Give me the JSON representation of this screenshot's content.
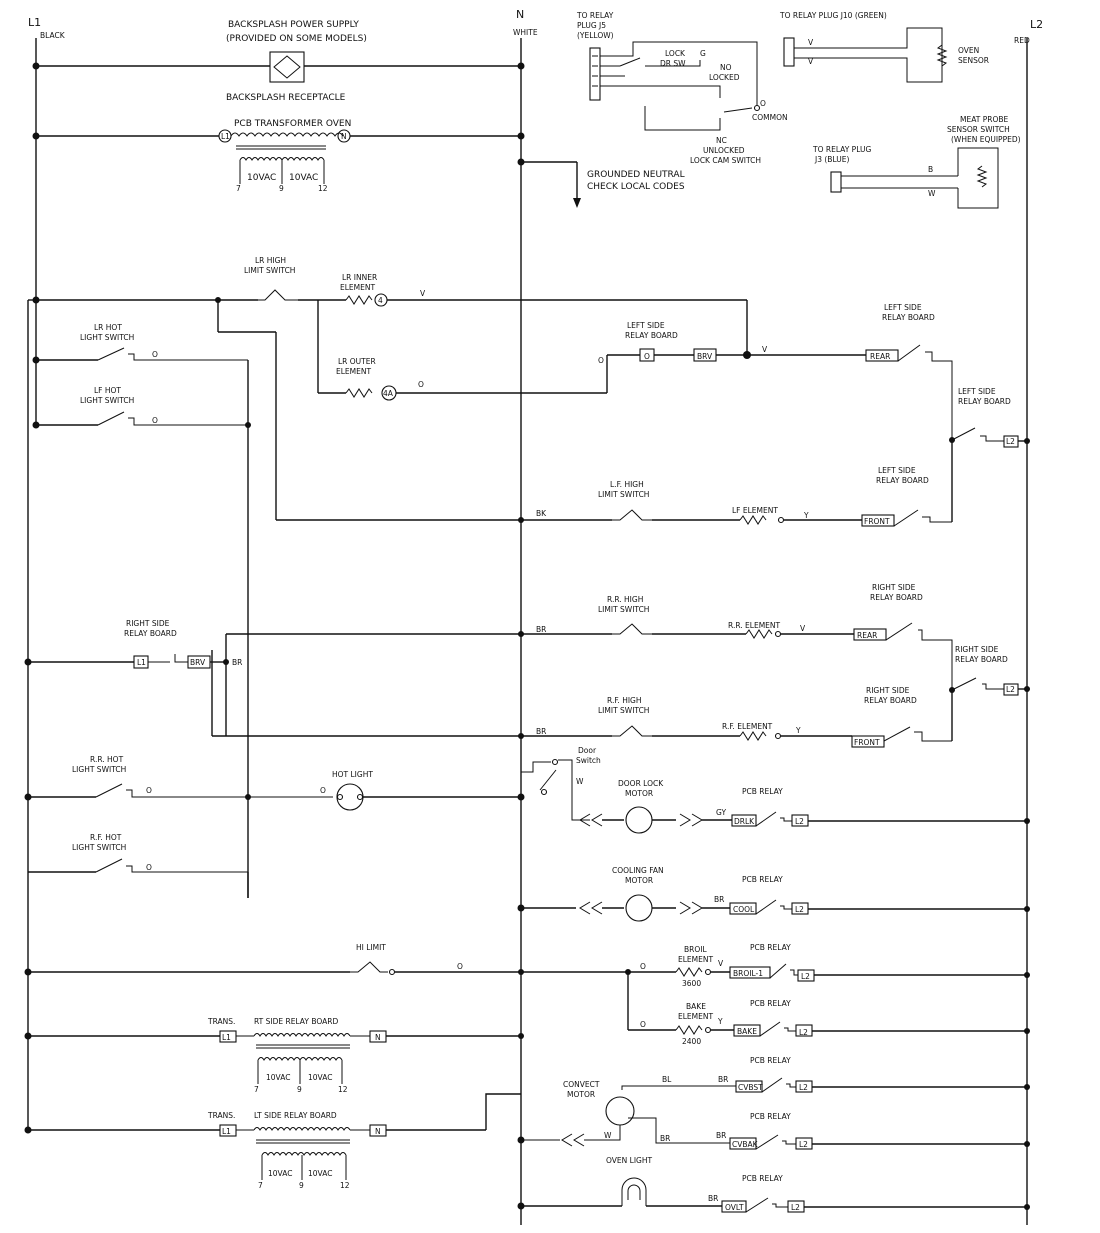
{
  "rails": {
    "l1_label": "L1",
    "l1_color": "BLACK",
    "n_label": "N",
    "n_color": "WHITE",
    "l2_label": "L2",
    "l2_color": "RED"
  },
  "top": {
    "backsplash_supply": "BACKSPLASH POWER SUPPLY",
    "backsplash_note": "(PROVIDED ON SOME MODELS)",
    "backsplash_receptacle": "BACKSPLASH RECEPTACLE",
    "pcb_transformer": "PCB TRANSFORMER OVEN",
    "term_l1": "L1",
    "term_n": "N",
    "v10a": "10VAC",
    "v10b": "10VAC",
    "pin7": "7",
    "pin9": "9",
    "pin12": "12",
    "grounded_neutral_1": "GROUNDED NEUTRAL",
    "grounded_neutral_2": "CHECK LOCAL CODES"
  },
  "lock": {
    "to_relay_1": "TO RELAY",
    "to_relay_2": "PLUG J5",
    "to_relay_3": "(YELLOW)",
    "lock": "LOCK",
    "dr_sw": "DR SW",
    "g": "G",
    "no": "NO",
    "locked": "LOCKED",
    "o": "O",
    "common": "COMMON",
    "nc": "NC",
    "unlocked": "UNLOCKED",
    "lock_cam": "LOCK CAM SWITCH"
  },
  "sensor": {
    "to_relay": "TO RELAY PLUG J10 (GREEN)",
    "v1": "V",
    "v2": "V",
    "oven": "OVEN",
    "sensor": "SENSOR"
  },
  "probe": {
    "meat_probe": "MEAT PROBE",
    "sensor_switch": "SENSOR SWITCH",
    "when_equipped": "(WHEN EQUIPPED)",
    "to_relay": "TO RELAY PLUG",
    "j3": "J3 (BLUE)",
    "b": "B",
    "w": "W"
  },
  "left_section": {
    "lr_high_1": "LR HIGH",
    "lr_high_2": "LIMIT SWITCH",
    "lr_inner_1": "LR INNER",
    "lr_inner_2": "ELEMENT",
    "num4": "4",
    "v": "V",
    "lr_hot_1": "LR HOT",
    "lr_hot_2": "LIGHT SWITCH",
    "o1": "O",
    "left_relay_1": "LEFT SIDE",
    "left_relay_2": "RELAY BOARD",
    "o_box": "O",
    "brv": "BRV",
    "v2": "V",
    "rear": "REAR",
    "left_side_relay_1": "LEFT SIDE",
    "left_side_relay_2": "RELAY BOARD",
    "lr_outer_1": "LR OUTER",
    "lr_outer_2": "ELEMENT",
    "num4a": "4A",
    "o2": "O",
    "o3": "O",
    "lf_hot_1": "LF HOT",
    "lf_hot_2": "LIGHT SWITCH",
    "o4": "O",
    "lsr2_1": "LEFT SIDE",
    "lsr2_2": "RELAY BOARD",
    "l2": "L2",
    "lsr3_1": "LEFT SIDE",
    "lsr3_2": "RELAY BOARD",
    "bk": "BK",
    "lf_high_1": "L.F. HIGH",
    "lf_high_2": "LIMIT SWITCH",
    "lf_element": "LF ELEMENT",
    "y": "Y",
    "front": "FRONT"
  },
  "right_section": {
    "rsr_1": "RIGHT SIDE",
    "rsr_2": "RELAY BOARD",
    "l1": "L1",
    "brv": "BRV",
    "br1": "BR",
    "br2": "BR",
    "rr_high_1": "R.R. HIGH",
    "rr_high_2": "LIMIT SWITCH",
    "rr_element": "R.R. ELEMENT",
    "v": "V",
    "rear": "REAR",
    "rsr2_1": "RIGHT SIDE",
    "rsr2_2": "RELAY BOARD",
    "rsr3_1": "RIGHT SIDE",
    "rsr3_2": "RELAY BOARD",
    "l2": "L2",
    "br3": "BR",
    "rf_high_1": "R.F. HIGH",
    "rf_high_2": "LIMIT SWITCH",
    "rf_element": "R.F. ELEMENT",
    "y": "Y",
    "front": "FRONT",
    "rsr4_1": "RIGHT SIDE",
    "rsr4_2": "RELAY BOARD"
  },
  "lower": {
    "rr_hot_1": "R.R. HOT",
    "rr_hot_2": "LIGHT SWITCH",
    "o1": "O",
    "hot_light": "HOT LIGHT",
    "o2": "O",
    "door_1": "Door",
    "door_2": "Switch",
    "w": "W",
    "rf_hot_1": "R.F. HOT",
    "rf_hot_2": "LIGHT SWITCH",
    "o3": "O",
    "door_lock_1": "DOOR LOCK",
    "door_lock_2": "MOTOR",
    "gy": "GY",
    "drlk": "DRLK",
    "pcb1": "PCB RELAY",
    "l2a": "L2",
    "cooling_1": "COOLING FAN",
    "cooling_2": "MOTOR",
    "br_c": "BR",
    "cool": "COOL",
    "pcb2": "PCB RELAY",
    "l2b": "L2",
    "hi_limit": "HI LIMIT",
    "o4": "O",
    "o5": "O",
    "broil_1": "BROIL",
    "broil_2": "ELEMENT",
    "v_b": "V",
    "broil_w": "3600",
    "broil_box": "BROIL-1",
    "pcb3": "PCB RELAY",
    "l2c": "L2",
    "o6": "O",
    "bake_1": "BAKE",
    "bake_2": "ELEMENT",
    "y_b": "Y",
    "bake_w": "2400",
    "bake_box": "BAKE",
    "pcb4": "PCB RELAY",
    "l2d": "L2",
    "trans1": "TRANS.",
    "rt_side": "RT SIDE RELAY BOARD",
    "l1a": "L1",
    "na": "N",
    "v10a": "10VAC",
    "v10b": "10VAC",
    "p7a": "7",
    "p9a": "9",
    "p12a": "12",
    "convect_1": "CONVECT",
    "convect_2": "MOTOR",
    "bl": "BL",
    "br_cv": "BR",
    "cvbst": "CVBST",
    "pcb5": "PCB RELAY",
    "l2e": "L2",
    "trans2": "TRANS.",
    "lt_side": "LT SIDE RELAY BOARD",
    "l1b": "L1",
    "nb": "N",
    "w_c": "W",
    "br_cv2": "BR",
    "br_cv3": "BR",
    "cvbak": "CVBAK",
    "pcb6": "PCB RELAY",
    "l2f": "L2",
    "v10c": "10VAC",
    "v10d": "10VAC",
    "p7b": "7",
    "p9b": "9",
    "p12b": "12",
    "oven_light": "OVEN LIGHT",
    "br_ol": "BR",
    "ovlt": "OVLT",
    "pcb7": "PCB RELAY",
    "l2g": "L2"
  }
}
